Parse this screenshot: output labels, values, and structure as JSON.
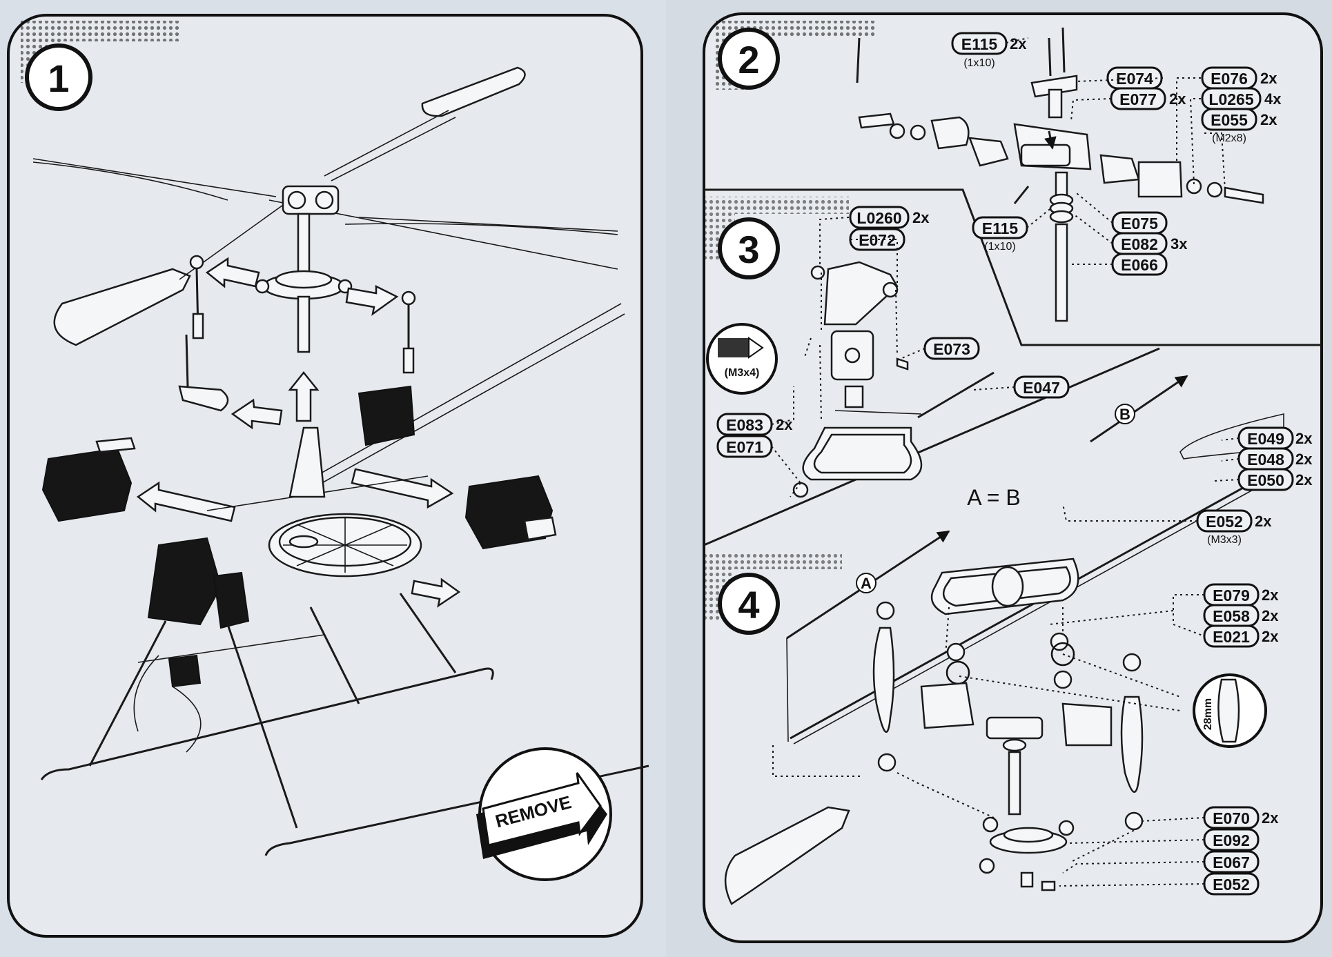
{
  "steps": [
    {
      "number": "1",
      "action_label": "REMOVE"
    },
    {
      "number": "2"
    },
    {
      "number": "3",
      "inset_label": "(M3x4)"
    },
    {
      "number": "4",
      "marker_a": "A",
      "marker_b": "B",
      "equation": "A = B",
      "inset_label": "28mm"
    }
  ],
  "parts": [
    {
      "code": "E115",
      "qty": "2x",
      "size": "(1x10)"
    },
    {
      "code": "E074",
      "qty": "",
      "size": ""
    },
    {
      "code": "E077",
      "qty": "2x",
      "size": ""
    },
    {
      "code": "E076",
      "qty": "2x",
      "size": ""
    },
    {
      "code": "L0265",
      "qty": "4x",
      "size": ""
    },
    {
      "code": "E055",
      "qty": "2x",
      "size": "(M2x8)"
    },
    {
      "code": "E115",
      "qty": "",
      "size": "(1x10)"
    },
    {
      "code": "E075",
      "qty": "",
      "size": ""
    },
    {
      "code": "E082",
      "qty": "3x",
      "size": ""
    },
    {
      "code": "E066",
      "qty": "",
      "size": ""
    },
    {
      "code": "L0260",
      "qty": "2x",
      "size": ""
    },
    {
      "code": "E072",
      "qty": "",
      "size": ""
    },
    {
      "code": "E073",
      "qty": "",
      "size": ""
    },
    {
      "code": "E047",
      "qty": "",
      "size": ""
    },
    {
      "code": "E083",
      "qty": "2x",
      "size": ""
    },
    {
      "code": "E071",
      "qty": "",
      "size": ""
    },
    {
      "code": "E049",
      "qty": "2x",
      "size": ""
    },
    {
      "code": "E048",
      "qty": "2x",
      "size": ""
    },
    {
      "code": "E050",
      "qty": "2x",
      "size": ""
    },
    {
      "code": "E052",
      "qty": "2x",
      "size": "(M3x3)"
    },
    {
      "code": "E079",
      "qty": "2x",
      "size": ""
    },
    {
      "code": "E058",
      "qty": "2x",
      "size": ""
    },
    {
      "code": "E021",
      "qty": "2x",
      "size": ""
    },
    {
      "code": "E070",
      "qty": "2x",
      "size": ""
    },
    {
      "code": "E092",
      "qty": "",
      "size": ""
    },
    {
      "code": "E067",
      "qty": "",
      "size": ""
    },
    {
      "code": "E052",
      "qty": "",
      "size": ""
    }
  ]
}
